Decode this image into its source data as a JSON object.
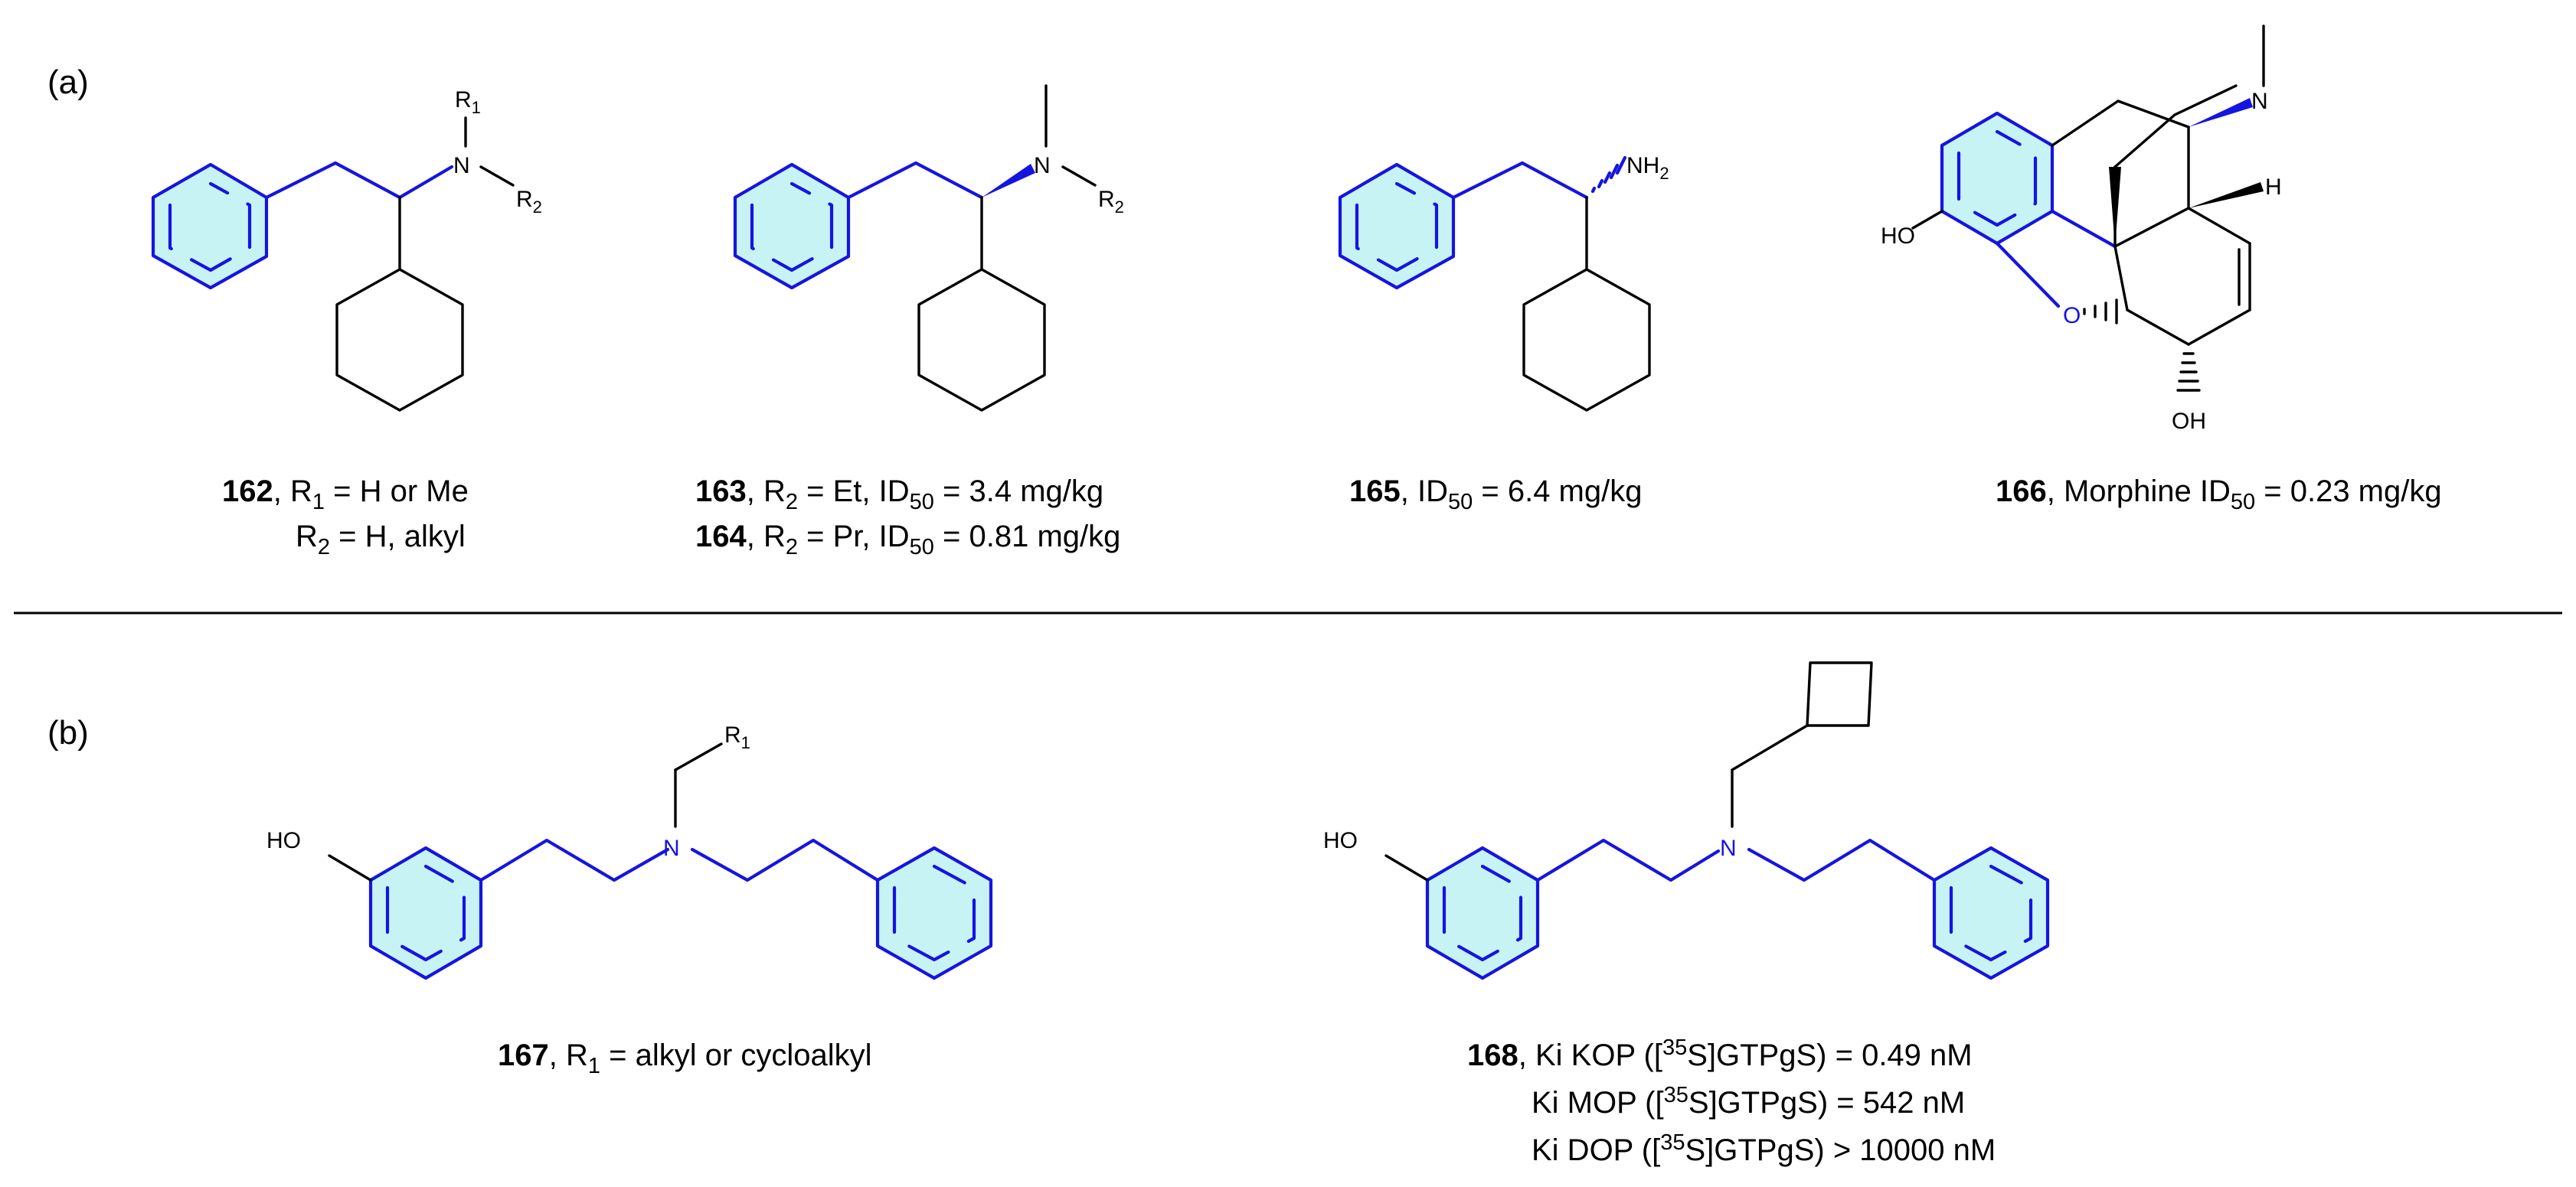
{
  "panel_a_label": "(a)",
  "panel_b_label": "(b)",
  "atoms": {
    "N": "N",
    "R": "R",
    "R1_sub": "1",
    "R2_sub": "2",
    "NH": "NH",
    "NH_sub": "2",
    "HO": "HO",
    "OH": "OH",
    "O": "O",
    "H": "H"
  },
  "compounds": {
    "c162": {
      "id": "162",
      "line1_text": ", R",
      "line1_sub": "1",
      "line1_tail": " = H or Me",
      "line2_text": "R",
      "line2_sub": "2",
      "line2_tail": " = H, alkyl"
    },
    "c163": {
      "id": "163",
      "text": ", R",
      "sub": "2",
      "mid": " = Et, ID",
      "sub2": "50",
      "tail": " = 3.4 mg/kg"
    },
    "c164": {
      "id": "164",
      "text": ", R",
      "sub": "2",
      "mid": " = Pr, ID",
      "sub2": "50",
      "tail": " = 0.81 mg/kg"
    },
    "c165": {
      "id": "165",
      "text": ", ID",
      "sub": "50",
      "tail": " = 6.4 mg/kg"
    },
    "c166": {
      "id": "166",
      "text": ", Morphine ID",
      "sub": "50",
      "tail": " = 0.23 mg/kg"
    },
    "c167": {
      "id": "167",
      "text": ", R",
      "sub": "1",
      "tail": " = alkyl or cycloalkyl"
    },
    "c168": {
      "id": "168",
      "line1_head": ", Ki KOP ([",
      "line1_sup": "35",
      "line1_tail": "S]GTPgS) = 0.49 nM",
      "line2_head": "Ki MOP ([",
      "line2_sup": "35",
      "line2_tail": "S]GTPgS) = 542 nM",
      "line3_head": "Ki DOP ([",
      "line3_sup": "35",
      "line3_tail": "S]GTPgS) > 10000 nM"
    }
  },
  "colors": {
    "ring_fill": "#c8f3f5",
    "highlight_bond": "#1515e0",
    "plain_bond": "#000000"
  }
}
